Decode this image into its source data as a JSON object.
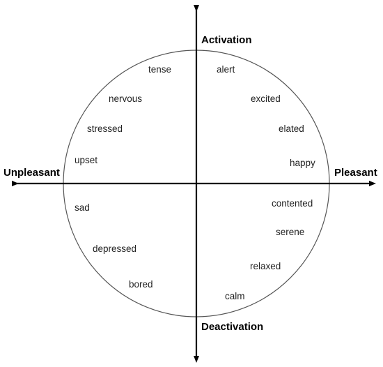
{
  "axes": {
    "top": "Activation",
    "bottom": "Deactivation",
    "left": "Unpleasant",
    "right": "Pleasant"
  },
  "emotions": {
    "tense": "tense",
    "nervous": "nervous",
    "stressed": "stressed",
    "upset": "upset",
    "alert": "alert",
    "excited": "excited",
    "elated": "elated",
    "happy": "happy",
    "sad": "sad",
    "depressed": "depressed",
    "bored": "bored",
    "contented": "contented",
    "serene": "serene",
    "relaxed": "relaxed",
    "calm": "calm"
  },
  "colors": {
    "axis": "#000000",
    "circle": "#555555",
    "text": "#222222"
  }
}
